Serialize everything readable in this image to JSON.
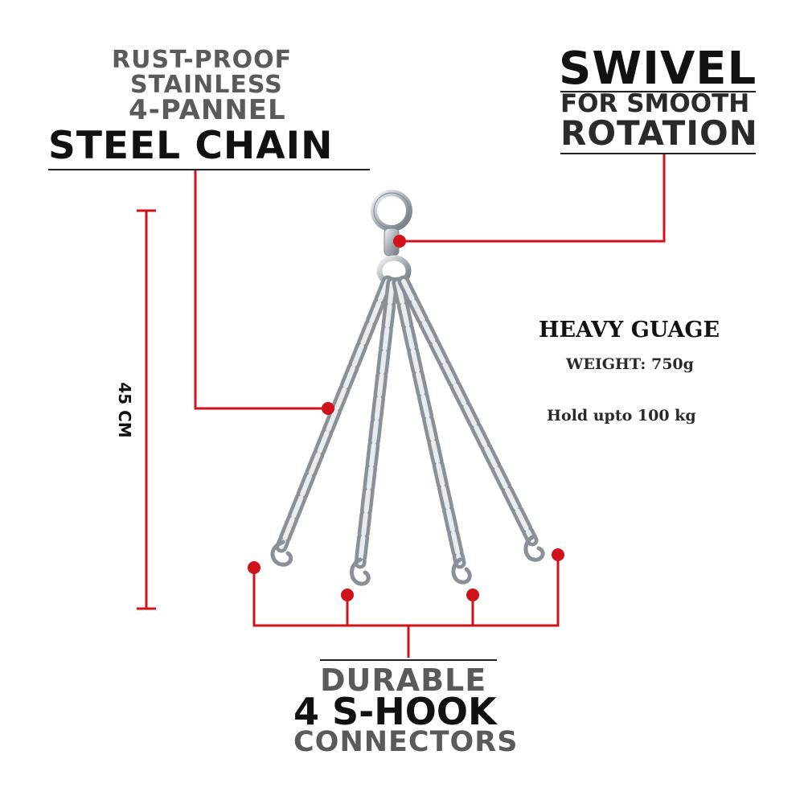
{
  "callouts": {
    "chain": {
      "line1": "RUST-PROOF",
      "line2": "STAINLESS",
      "line3": "4-PANNEL",
      "line4": "STEEL CHAIN"
    },
    "swivel": {
      "line1": "SWIVEL",
      "line2": "FOR SMOOTH",
      "line3": "ROTATION"
    },
    "specs": {
      "heading": "HEAVY GUAGE",
      "weight": "WEIGHT: 750g",
      "hold": "Hold upto 100 kg"
    },
    "hooks": {
      "line1": "DURABLE",
      "line2": "4 S-HOOK",
      "line3": "CONNECTORS"
    },
    "dimension": "45 CM"
  },
  "colors": {
    "accent": "#d0121b",
    "chain": "#9ea4ab",
    "text_dark": "#111111",
    "text_gray": "#5a5a5a"
  }
}
